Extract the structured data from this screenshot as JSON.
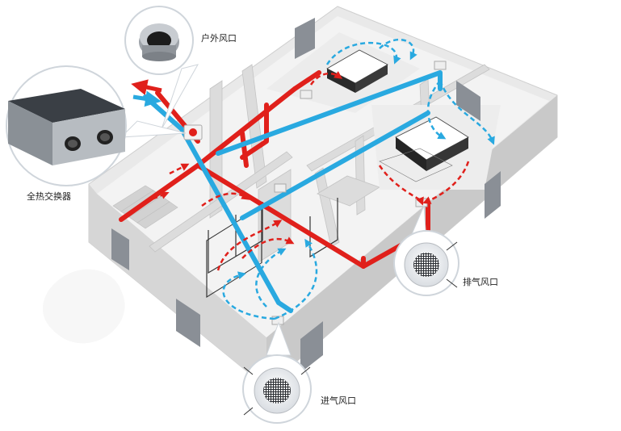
{
  "labels": {
    "outdoor_vent": "户外风口",
    "heat_exchanger": "全热交换器",
    "exhaust_vent": "排气风口",
    "supply_vent": "进气风口"
  },
  "colors": {
    "fresh_air_duct": "#29a9e0",
    "exhaust_air_duct": "#e0201b",
    "wall": "#d9d9d9",
    "floor": "#f2f2f2"
  }
}
